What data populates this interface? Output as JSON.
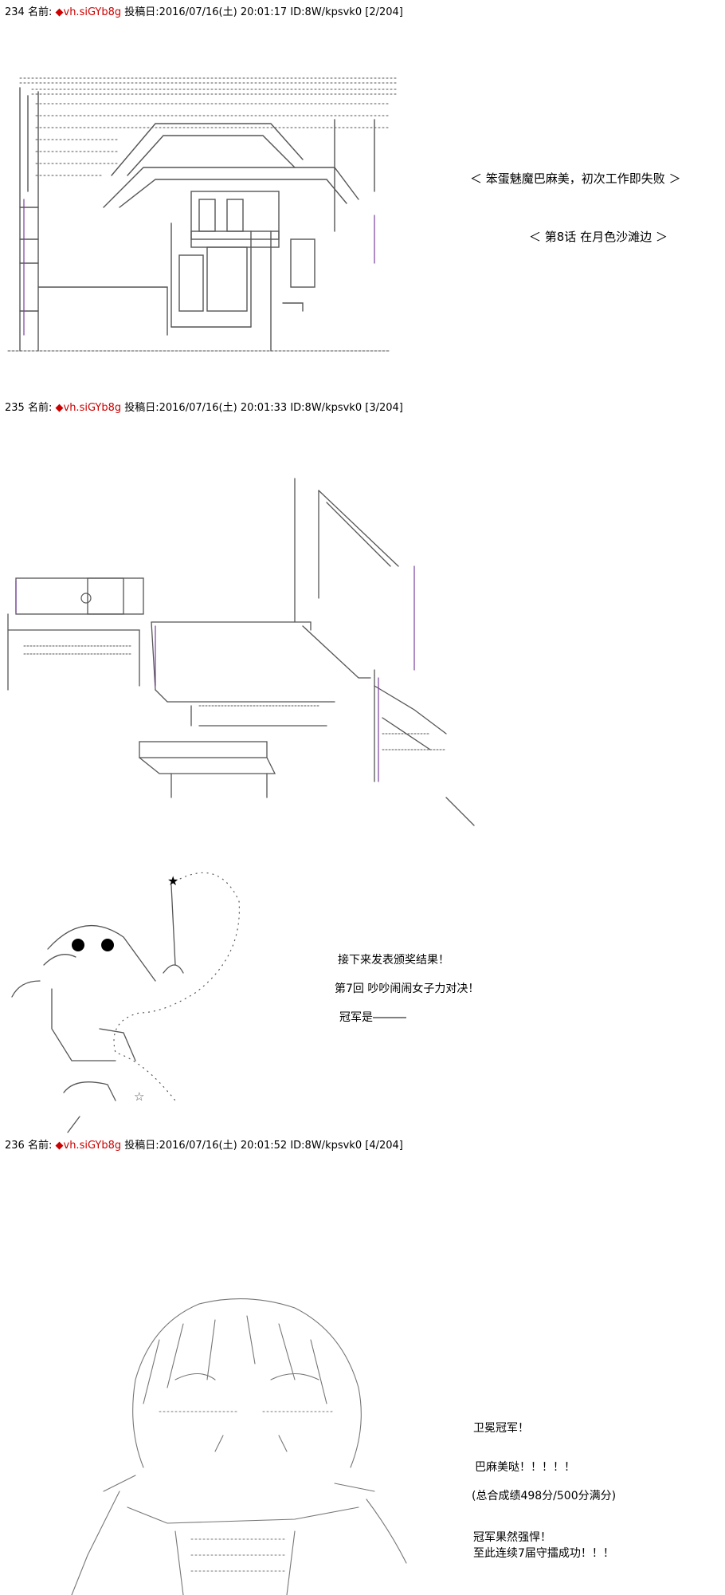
{
  "posts": [
    {
      "header": {
        "number": "234",
        "label": "名前:",
        "diamond": "◆",
        "trip": "vh.siGYb8g",
        "suffix": "投稿日:2016/07/16(土) 20:01:17 ID:8W/kpsvk0 [2/204]"
      },
      "texts": {
        "title": "＜ 笨蛋魅魔巴麻美，初次工作即失败 ＞",
        "episode": "＜ 第8话 在月色沙滩边 ＞"
      }
    },
    {
      "header": {
        "number": "235",
        "label": "名前:",
        "diamond": "◆",
        "trip": "vh.siGYb8g",
        "suffix": "投稿日:2016/07/16(土) 20:01:33 ID:8W/kpsvk0 [3/204]"
      },
      "texts": {
        "line1": "接下来发表颁奖结果！",
        "line2": "第7回 吵吵闹闹女子力对决！",
        "line3": "冠军是―――"
      }
    },
    {
      "header": {
        "number": "236",
        "label": "名前:",
        "diamond": "◆",
        "trip": "vh.siGYb8g",
        "suffix": "投稿日:2016/07/16(土) 20:01:52 ID:8W/kpsvk0 [4/204]"
      },
      "texts": {
        "line1": "卫冕冠军！",
        "line2": "巴麻美哒！！！！！",
        "line3": "(总合成绩498分/500分满分)",
        "line4": "冠军果然强悍！",
        "line5": "至此连续7届守擂成功！！！"
      }
    }
  ],
  "colors": {
    "trip": "#cc0000",
    "art": "#555555",
    "accent": "#7a3fa0"
  }
}
